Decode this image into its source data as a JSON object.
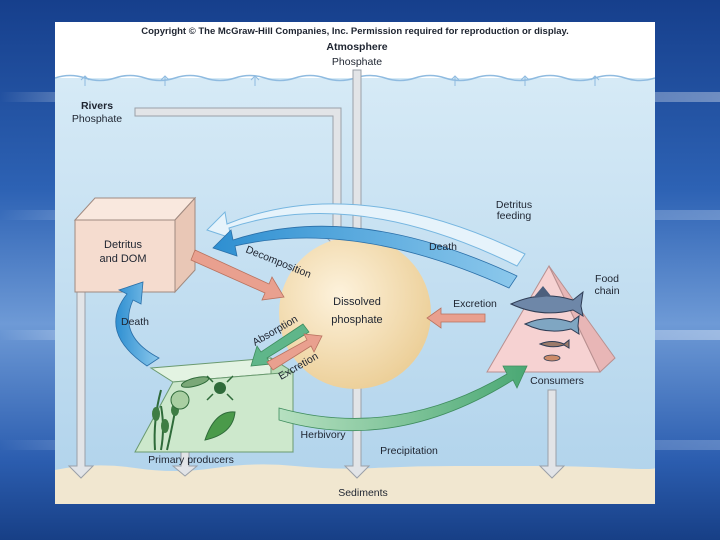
{
  "copyright": "Copyright © The McGraw-Hill Companies, Inc. Permission required for reproduction or display.",
  "sources": {
    "atmosphere": {
      "title": "Atmosphere",
      "subtitle": "Phosphate"
    },
    "rivers": {
      "title": "Rivers",
      "subtitle": "Phosphate"
    }
  },
  "nodes": {
    "detritus": {
      "line1": "Detritus",
      "line2": "and DOM"
    },
    "dissolved": {
      "line1": "Dissolved",
      "line2": "phosphate"
    },
    "food_chain": {
      "line1": "Food",
      "line2": "chain"
    },
    "consumers": "Consumers",
    "primary_producers": "Primary producers",
    "sediments": "Sediments"
  },
  "flows": {
    "detritus_feeding": {
      "line1": "Detritus",
      "line2": "feeding"
    },
    "death_top": "Death",
    "death_left": "Death",
    "decomposition": "Decomposition",
    "excretion_consumers": "Excretion",
    "absorption": "Absorption",
    "excretion_producers": "Excretion",
    "herbivory": "Herbivory",
    "precipitation": "Precipitation"
  },
  "colors": {
    "water_top": "#d6eaf6",
    "water_bottom": "#b2d4ec",
    "sediment": "#f1e7d0",
    "sphere": "#f5ddb0",
    "detritus_box": "#f5dccf",
    "producers_box": "#cde8cc",
    "consumers_pyramid": "#f6d2d2",
    "cycle_arrow_blue": "#3d9fd8",
    "cycle_arrow_green": "#5fb68a",
    "arrow_salmon": "#e9a08f",
    "arrow_gray": "#c9ccd1"
  }
}
